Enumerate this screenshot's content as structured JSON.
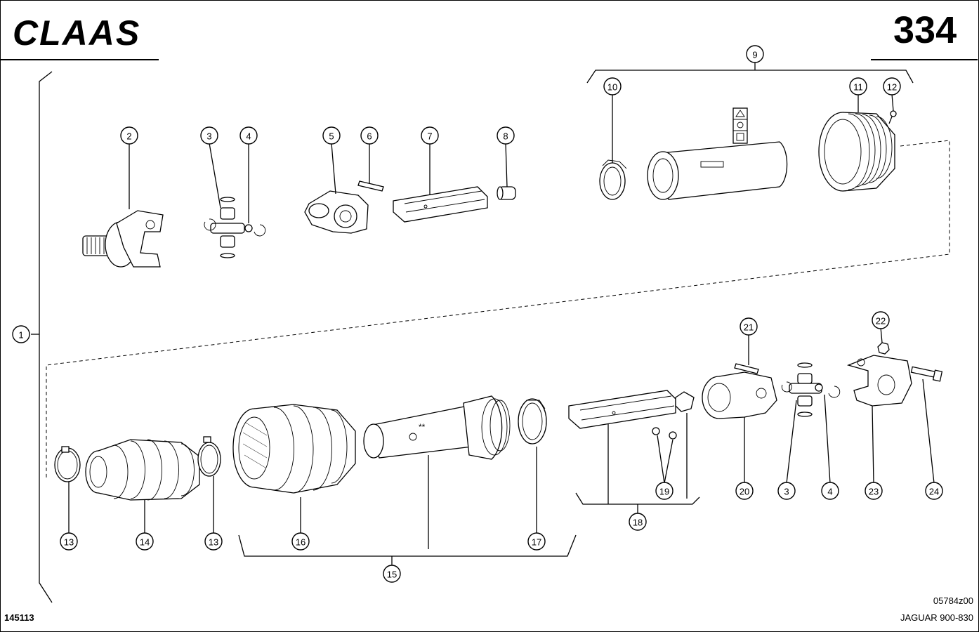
{
  "header": {
    "brand": "CLAAS",
    "page_number": "334"
  },
  "footer": {
    "diagram_code": "05784z00",
    "catalog_number": "145113",
    "model": "JAGUAR 900-830"
  },
  "callouts": {
    "c1": "1",
    "c2": "2",
    "c3a": "3",
    "c4a": "4",
    "c5": "5",
    "c6": "6",
    "c7": "7",
    "c8": "8",
    "c9": "9",
    "c10": "10",
    "c11": "11",
    "c12": "12",
    "c13a": "13",
    "c14": "14",
    "c13b": "13",
    "c15": "15",
    "c16": "16",
    "c17": "17",
    "c18": "18",
    "c19": "19",
    "c20": "20",
    "c3b": "3",
    "c4b": "4",
    "c23": "23",
    "c24": "24",
    "c21": "21",
    "c22": "22"
  },
  "marks": {
    "tube_stars": "**"
  }
}
